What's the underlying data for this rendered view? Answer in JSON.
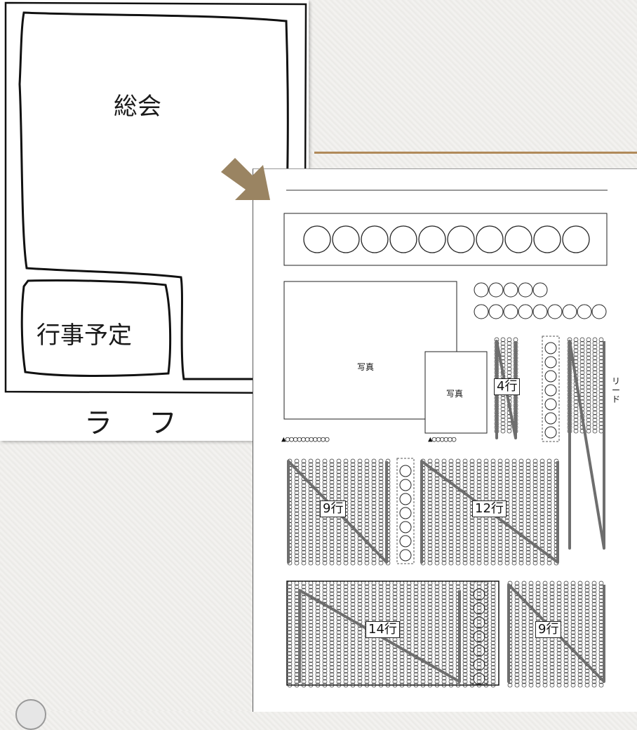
{
  "rough": {
    "general_meeting": "総会",
    "event_schedule": "行事予定",
    "caption": "ラ　フ"
  },
  "layout": {
    "photo_large": "写真",
    "photo_small": "写真",
    "caption_large": "▲○○○○○○○○○○○",
    "caption_small": "▲○○○○○○",
    "lead": "リード",
    "blocks": [
      "4行",
      "9行",
      "12行",
      "14行",
      "9行"
    ]
  },
  "colors": {
    "accent_line": "#b08a5a",
    "arrow": "#9a8462",
    "zigzag": "#6e6e6e"
  }
}
